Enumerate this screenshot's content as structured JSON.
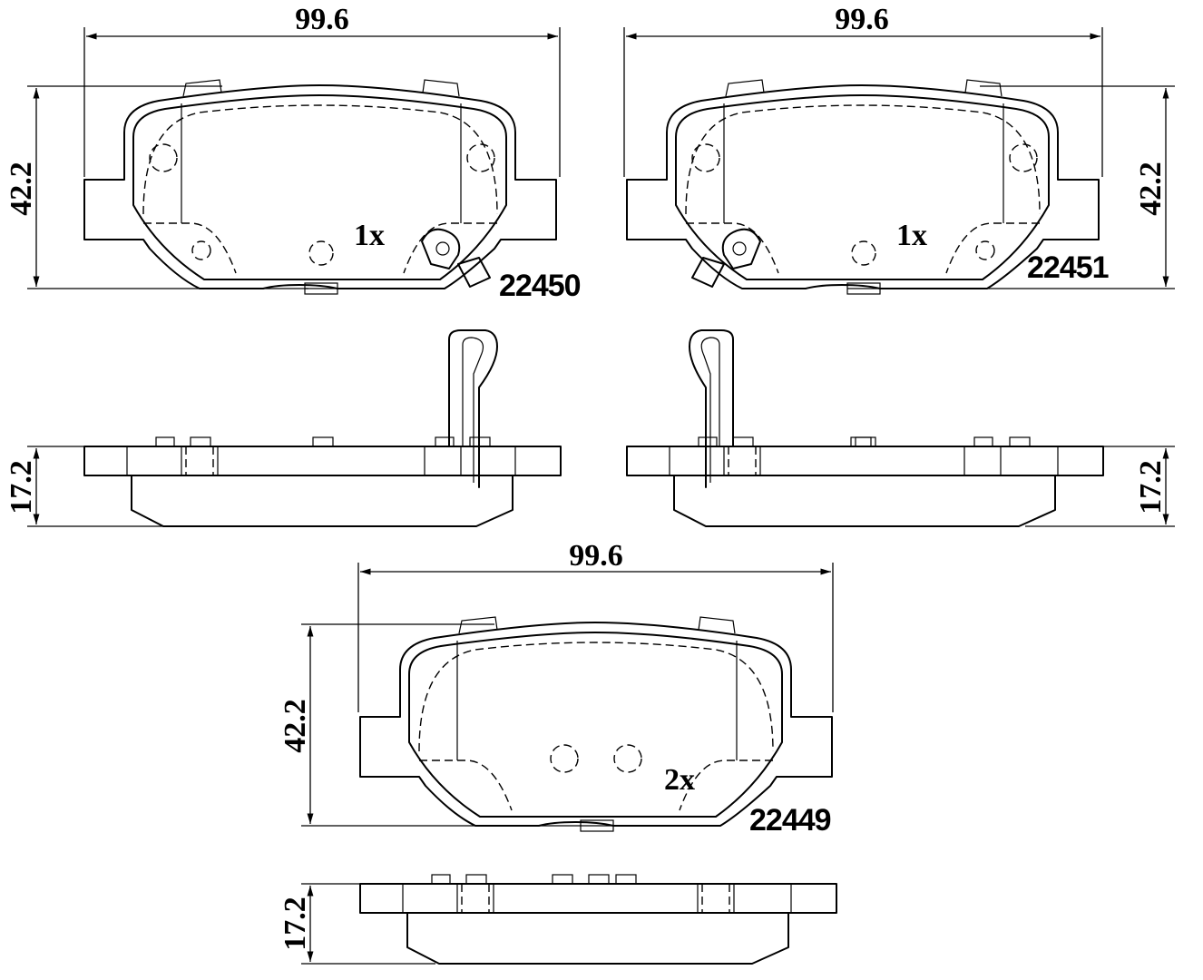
{
  "figure": {
    "pads": [
      {
        "part_number": "22450",
        "quantity": "1x",
        "width_label": "99.6",
        "height_label": "42.2",
        "thickness_label": "17.2",
        "has_wear_sensor": true,
        "sensor_side": "right"
      },
      {
        "part_number": "22451",
        "quantity": "1x",
        "width_label": "99.6",
        "height_label": "42.2",
        "thickness_label": "17.2",
        "has_wear_sensor": true,
        "sensor_side": "left"
      },
      {
        "part_number": "22449",
        "quantity": "2x",
        "width_label": "99.6",
        "height_label": "42.2",
        "thickness_label": "17.2",
        "has_wear_sensor": false
      }
    ]
  }
}
